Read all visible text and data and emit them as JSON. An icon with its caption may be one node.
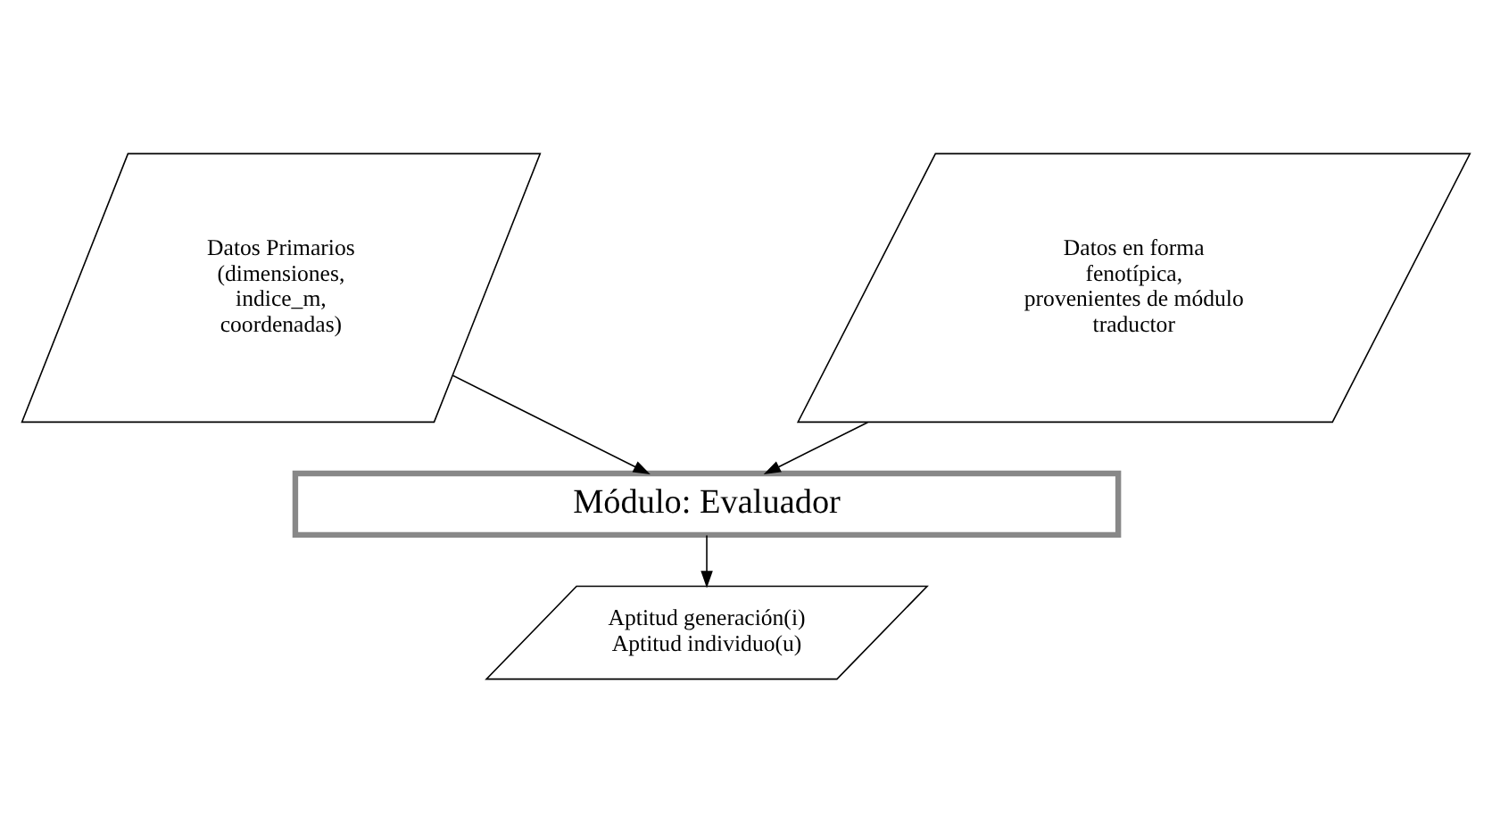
{
  "diagram": {
    "nodes": [
      {
        "text": [
          "Datos Primarios (dimensiones, indice_m, coordenadas)"
        ]
      },
      {
        "text": [
          "Datos en forma fenotípica, provenientes de módulo traductor"
        ]
      },
      {
        "text": [
          "Módulo: Evaluador"
        ]
      },
      {
        "text": [
          "Aptitud generación(i)",
          "Aptitud individuo(u)"
        ]
      }
    ],
    "edges": [
      {
        "from": 0,
        "to": 2,
        "arrow": "to"
      },
      {
        "from": 1,
        "to": 2,
        "arrow": "to"
      },
      {
        "from": 2,
        "to": 3,
        "arrow": "to"
      }
    ]
  }
}
